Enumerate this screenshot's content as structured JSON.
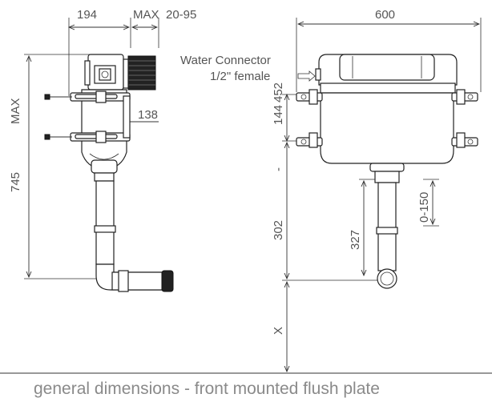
{
  "caption": "general dimensions - front mounted flush plate",
  "side_view": {
    "dim_width": "194",
    "dim_max_top": "MAX",
    "dim_adjust": "20-95",
    "dim_depth": "138",
    "dim_height": "745",
    "dim_max_side": "MAX"
  },
  "front_view": {
    "dim_width": "600",
    "water_connector_line1": "Water Connector",
    "water_connector_line2": "1/2\" female",
    "dim_144": "144",
    "dim_452": "452",
    "dim_dash": "-",
    "dim_302": "302",
    "dim_327": "327",
    "dim_0_150": "0-150",
    "dim_x": "X"
  },
  "colors": {
    "line": "#333333",
    "text": "#555555",
    "caption": "#8a8a8a"
  }
}
